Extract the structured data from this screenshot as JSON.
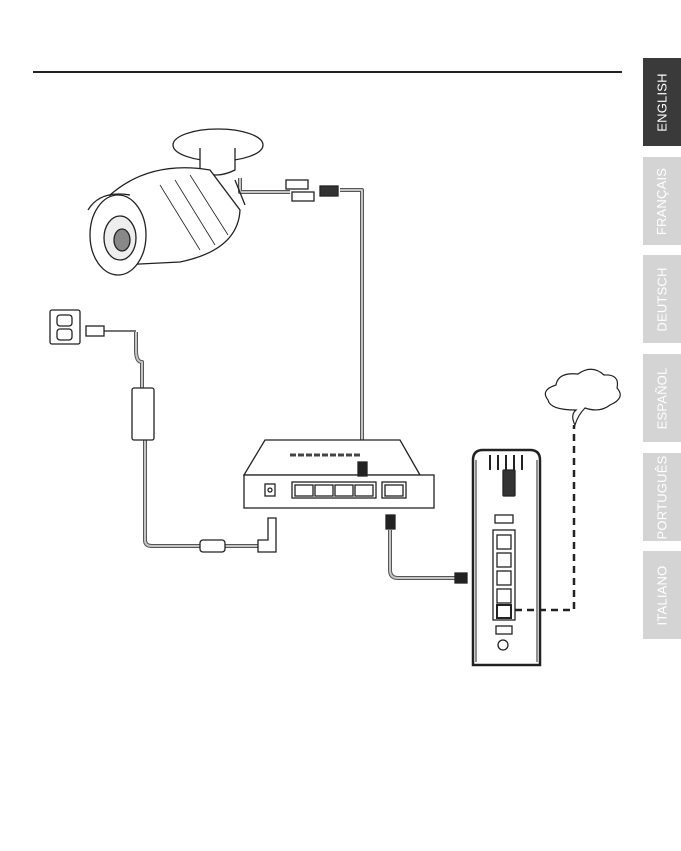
{
  "language_tabs": [
    {
      "label": "ENGLISH",
      "active": true
    },
    {
      "label": "FRANÇAIS",
      "active": false
    },
    {
      "label": "DEUTSCH",
      "active": false
    },
    {
      "label": "ESPAÑOL",
      "active": false
    },
    {
      "label": "PORTUGUÊS",
      "active": false
    },
    {
      "label": "ITALIANO",
      "active": false
    }
  ],
  "colors": {
    "active_tab": "#3a3a3a",
    "inactive_tab": "#d4d4d4",
    "cable": "#9a9a9a"
  }
}
